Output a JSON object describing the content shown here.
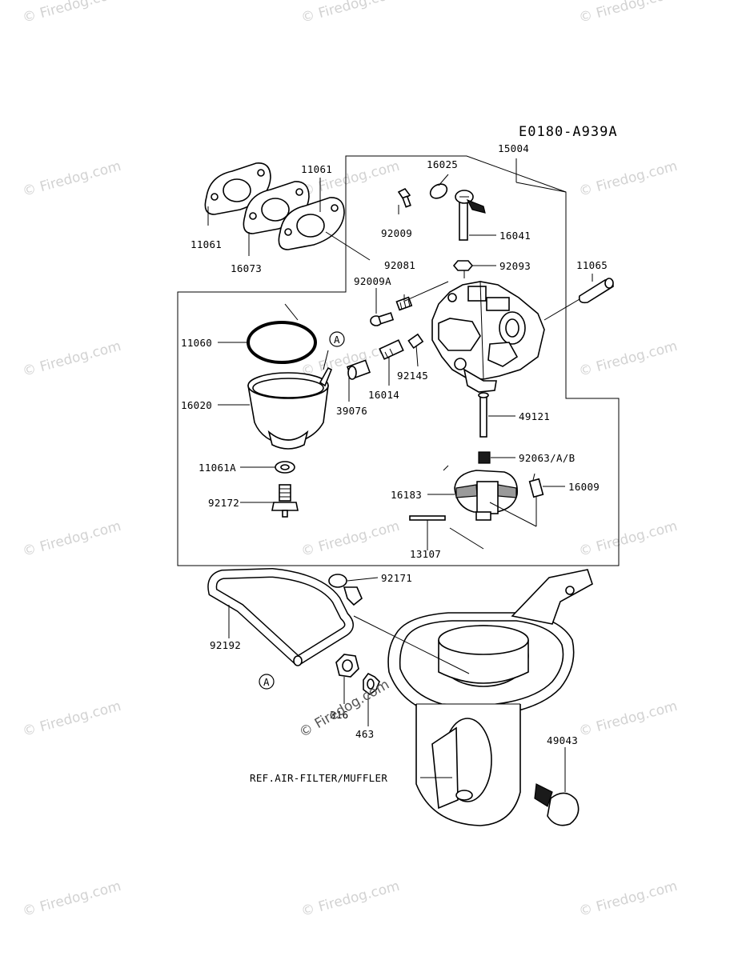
{
  "diagram": {
    "code": "E0180-A939A",
    "watermark": "© Firedog.com",
    "ref_label": "REF.AIR-FILTER/MUFFLER",
    "marker": "A",
    "callouts": {
      "p15004": "15004",
      "p11061_top": "11061",
      "p11061_left": "11061",
      "p16073": "16073",
      "p16025": "16025",
      "p92009": "92009",
      "p16041": "16041",
      "p92081": "92081",
      "p92093": "92093",
      "p92009A": "92009A",
      "p11065": "11065",
      "p11060": "11060",
      "p92145": "92145",
      "p16014": "16014",
      "p39076": "39076",
      "p16020": "16020",
      "p49121": "49121",
      "p92063": "92063/A/B",
      "p11061A": "11061A",
      "p16183": "16183",
      "p16009": "16009",
      "p92172": "92172",
      "p13107": "13107",
      "p92171": "92171",
      "p92192": "92192",
      "p316": "316",
      "p463": "463",
      "p49043": "49043"
    }
  }
}
